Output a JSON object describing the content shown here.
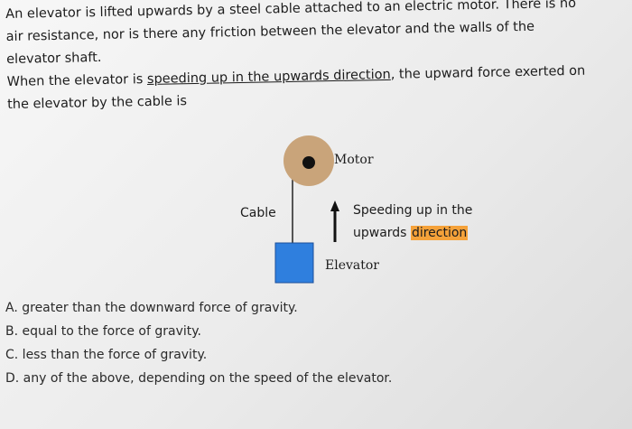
{
  "question": {
    "line1": "An elevator is lifted upwards by a steel cable attached to an electric motor. There is no",
    "line2": "air resistance, nor is there any friction between the elevator and the walls of the",
    "line3": "elevator shaft.",
    "line4_pre": "When the elevator is ",
    "line4_underlined": "speeding up in the upwards direction",
    "line4_post": ", the upward force exerted on",
    "line5": "the elevator by the cable is"
  },
  "diagram": {
    "motor_label": "Motor",
    "cable_label": "Cable",
    "arrow_label_line1": "Speeding up in the",
    "arrow_label_line2_a": "upwards ",
    "arrow_label_line2_highlight": "direction",
    "elevator_label": "Elevator",
    "colors": {
      "motor": "#c9a47a",
      "motor_hub": "#111111",
      "elevator": "#2f7fde",
      "highlight": "#f5a23a"
    }
  },
  "options": [
    {
      "text": "A. greater than the downward force of gravity."
    },
    {
      "text": "B. equal to the force of gravity."
    },
    {
      "text": "C. less than the force of gravity."
    },
    {
      "text": "D. any of the above, depending on the speed of the elevator."
    }
  ]
}
